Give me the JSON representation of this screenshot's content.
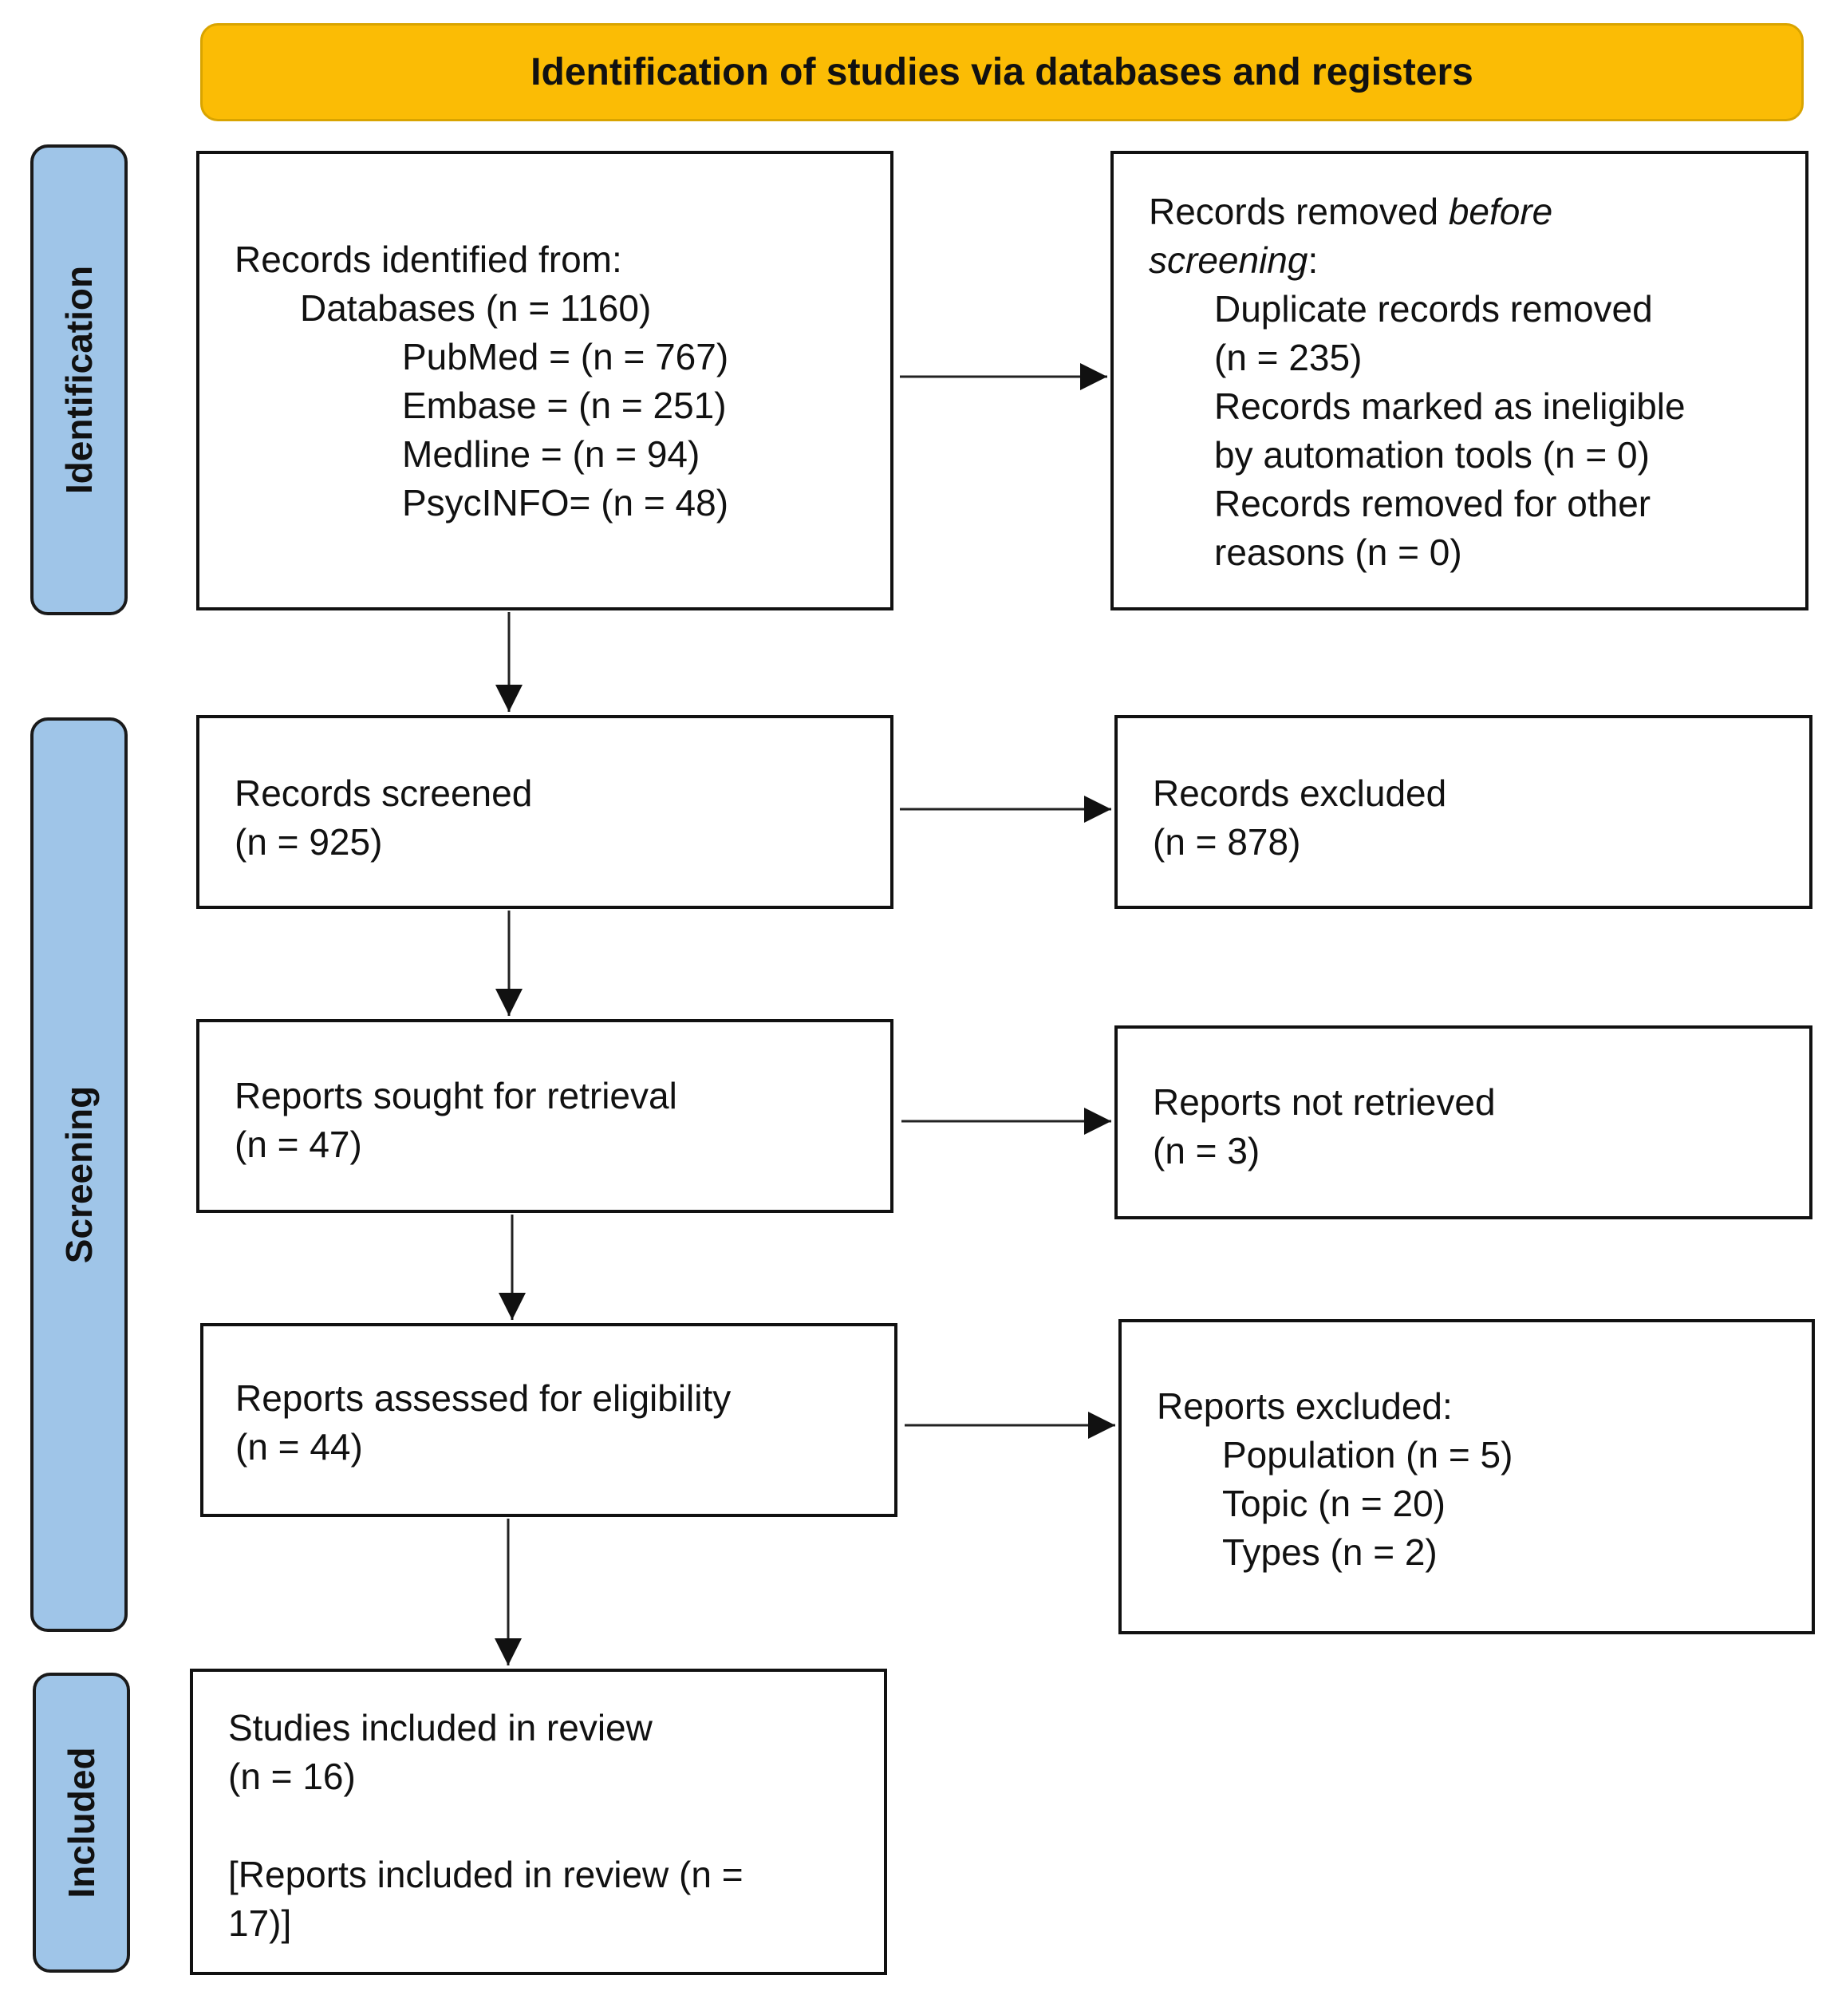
{
  "header": {
    "title": "Identification of studies via databases and registers",
    "color": "#fbbc05"
  },
  "phases": {
    "identification": "Identification",
    "screening": "Screening",
    "included": "Included",
    "color": "#9fc5e8"
  },
  "identified": {
    "heading": "Records identified from:",
    "databases": "Databases (n = 1160)",
    "sources": [
      "PubMed = (n = 767)",
      "Embase = (n = 251)",
      "Medline = (n = 94)",
      "PsycINFO= (n = 48)"
    ]
  },
  "removed": {
    "heading_a": "Records removed ",
    "heading_b": "before",
    "heading_c": "screening",
    "heading_d": ":",
    "lines": [
      "Duplicate records removed",
      "(n = 235)",
      "Records marked as ineligible",
      "by automation tools (n = 0)",
      "Records removed for other",
      "reasons (n = 0)"
    ]
  },
  "screened": {
    "label": "Records screened",
    "n": "(n = 925)"
  },
  "excluded": {
    "label": "Records excluded",
    "n": "(n = 878)"
  },
  "sought": {
    "label": "Reports sought for retrieval",
    "n": "(n = 47)"
  },
  "not_retrieved": {
    "label": "Reports not retrieved",
    "n": "(n = 3)"
  },
  "assessed": {
    "label": "Reports assessed for eligibility",
    "n": "(n = 44)"
  },
  "reports_excluded": {
    "heading": "Reports excluded:",
    "reasons": [
      "Population (n = 5)",
      "Topic (n = 20)",
      "Types (n = 2)"
    ]
  },
  "included": {
    "label": "Studies included in review",
    "n": "(n = 16)",
    "reports_a": "[Reports included in review (n =",
    "reports_b": "17)]"
  }
}
